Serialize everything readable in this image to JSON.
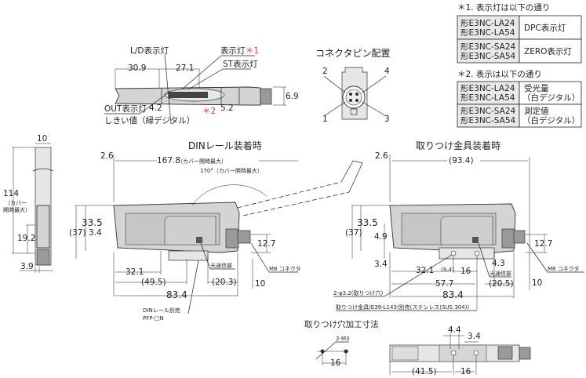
{
  "notes": {
    "note1_title": "＊1. 表示灯は以下の通り",
    "note1_rows": [
      {
        "models": [
          "形E3NC-LA24",
          "形E3NC-LA54"
        ],
        "desc": "DPC表示灯"
      },
      {
        "models": [
          "形E3NC-SA24",
          "形E3NC-SA54"
        ],
        "desc": "ZERO表示灯"
      }
    ],
    "note2_title": "＊2. 表示は以下の通り",
    "note2_rows": [
      {
        "models": [
          "形E3NC-LA24",
          "形E3NC-LA54"
        ],
        "desc": [
          "受光量",
          "（白デジタル）"
        ]
      },
      {
        "models": [
          "形E3NC-SA24",
          "形E3NC-SA54"
        ],
        "desc": [
          "測定値",
          "（白デジタル）"
        ]
      }
    ]
  },
  "top_view": {
    "ld_indicator": "L/D表示灯",
    "indicator": "表示灯",
    "indicator_mark": "＊1",
    "st_indicator": "ST表示灯",
    "out_indicator": "OUT表示灯",
    "threshold": "しきい値（緑デジタル）",
    "display_mark": "＊2",
    "dims": {
      "d30_9": "30.9",
      "d27_1": "27.1",
      "d6_9": "6.9",
      "d4_2": "4.2",
      "d5_2": "5.2"
    }
  },
  "connector": {
    "title": "コネクタピン配置",
    "pins": [
      "1",
      "2",
      "3",
      "4"
    ]
  },
  "side_view": {
    "dims": {
      "width": "10",
      "height": "114",
      "height_note1": "（カバー",
      "height_note2": "開時最大）",
      "d19_2": "19.2",
      "d3_9": "3.9"
    }
  },
  "din_view": {
    "title": "DINレール装着時",
    "d2_6": "2.6",
    "d167_8": "167.8",
    "d167_8_note": "（カバー開時最大）",
    "angle": "170°（カバー開時最大）",
    "d33_5": "33.5",
    "d37": "(37)",
    "d3_4": "3.4",
    "d12_7": "12.7",
    "d32_1": "32.1",
    "d49_5": "(49.5)",
    "d20_3": "(20.3)",
    "d10": "10",
    "d83_4": "83.4",
    "optical": "光通信部",
    "m8": "M8 コネクタ",
    "rail1": "DINレール別売",
    "rail2": "PFP-□N"
  },
  "bracket_view": {
    "title": "取りつけ金具装着時",
    "d2_6": "2.6",
    "d93_4": "(93.4)",
    "d33_5": "33.5",
    "d37": "(37)",
    "d4_9": "4.9",
    "d3_4": "3.4",
    "d12_7": "12.7",
    "d32_1": "32.1",
    "d9_4": "(9.4)",
    "d16": "16",
    "d4_3": "4.3",
    "d57_7": "57.7",
    "d20_5": "(20.5)",
    "d10": "10",
    "d83_4": "83.4",
    "optical": "光通信部",
    "m8": "M8 コネクタ",
    "holes": "2-φ3.2(取りつけ穴)",
    "bracket": "取りつけ金具(E39-L143)別売(ステンレス(SUS 304))"
  },
  "hole_view": {
    "title": "取りつけ穴加工寸法",
    "m3": "2-M3",
    "d16": "16",
    "d4_4": "4.4",
    "d3_4": "3.4",
    "d41_5": "(41.5)",
    "d16b": "16"
  }
}
